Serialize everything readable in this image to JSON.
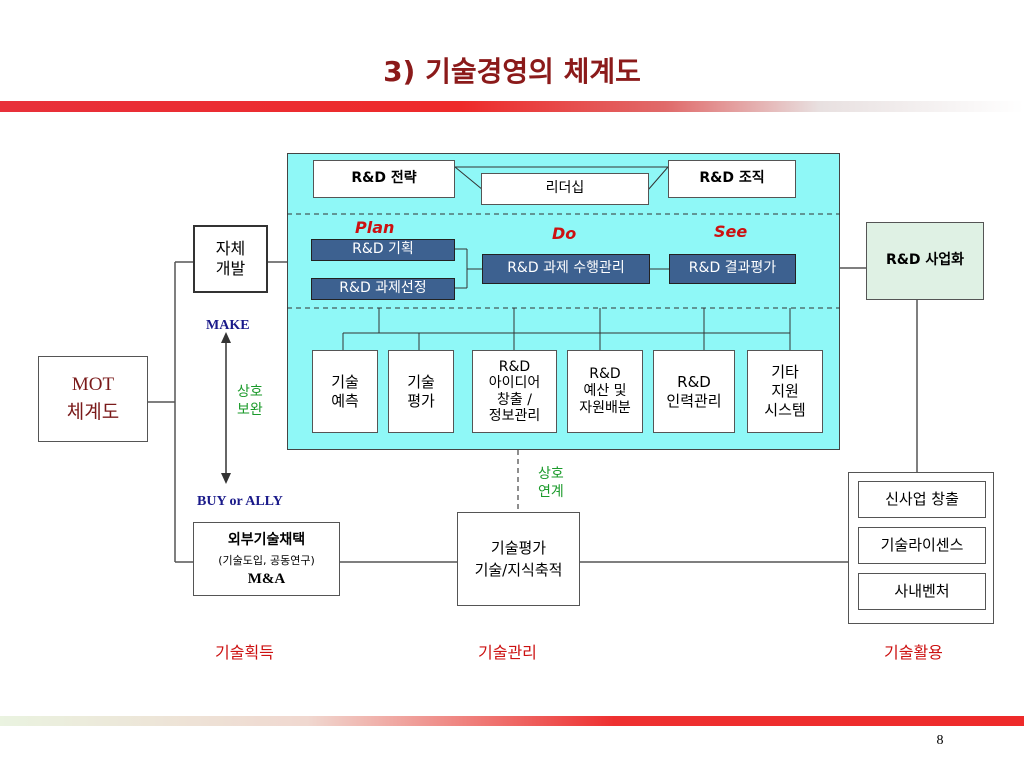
{
  "title": "3) 기술경영의 체계도",
  "page_number": "8",
  "phases": {
    "plan": "Plan",
    "do": "Do",
    "see": "See"
  },
  "top_boxes": {
    "strategy": "R&D 전략",
    "leadership": "리더십",
    "organization": "R&D 조직"
  },
  "process": {
    "planning": "R&D 기획",
    "selection": "R&D 과제선정",
    "execution": "R&D 과제 수행관리",
    "evaluation": "R&D 결과평가"
  },
  "support_boxes": [
    "기술\n예측",
    "기술\n평가",
    "R&D\n아이디어\n창출 /\n정보관리",
    "R&D\n예산 및\n자원배분",
    "R&D\n인력관리",
    "기타\n지원\n시스템"
  ],
  "self_dev": "자체\n개발",
  "make": "MAKE",
  "mutual_complement": "상호\n보완",
  "buy_or_ally": "BUY or ALLY",
  "mot": "MOT\n체계도",
  "commercialization": "R&D 사업화",
  "external": {
    "title": "외부기술채택",
    "sub": "(기술도입, 공동연구)",
    "mna": "M&A"
  },
  "mutual_link": "상호\n연계",
  "tech_management_box": "기술평가\n기술/지식축적",
  "utilization_items": [
    "신사업 창출",
    "기술라이센스",
    "사내벤처"
  ],
  "bottom_labels": {
    "acquisition": "기술획득",
    "management": "기술관리",
    "utilization": "기술활용"
  },
  "colors": {
    "title": "#8b1a1a",
    "panel": "#8ff8f7",
    "dark_box": "#3d6190",
    "mint_box": "#dff1e4",
    "phase": "#cc1111",
    "link_text": "#1a9a2a",
    "make_text": "#1a1a8a",
    "bottom_label": "#cc1111",
    "mot_text": "#7a1a1a"
  }
}
